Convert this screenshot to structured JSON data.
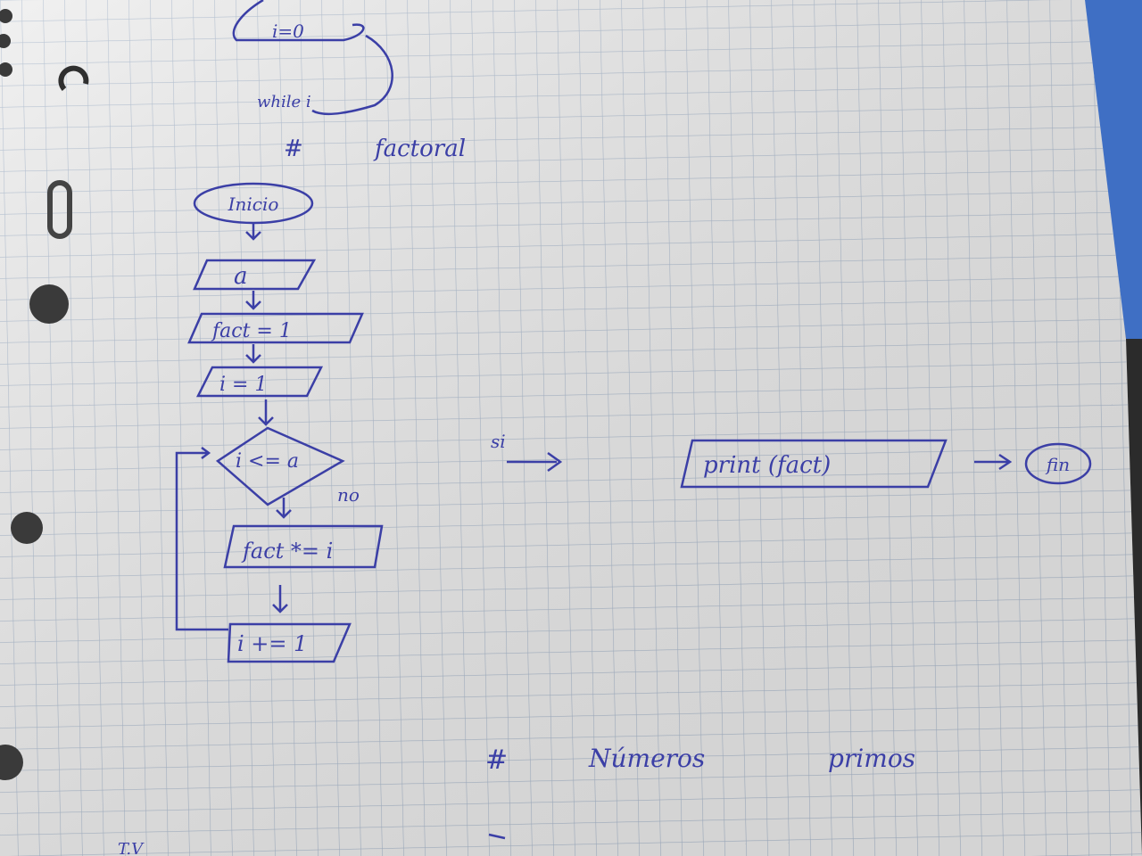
{
  "colors": {
    "paper": "#ececec",
    "grid": "#9fb1c7",
    "ink": "#3b3fa6",
    "binder": "#3f6fc4",
    "background": "#2b2b2b"
  },
  "notes": {
    "top": {
      "init": "i=0",
      "loop": "while i"
    },
    "factorial": {
      "heading_hash": "#",
      "heading_word": "factoral",
      "start": "Inicio",
      "input": "a",
      "fact_init": "fact = 1",
      "i_init": "i = 1",
      "condition": "i <= a",
      "yes_label": "si",
      "no_label": "no",
      "multiply": "fact *= i",
      "increment": "i += 1",
      "output": "print (fact)",
      "end": "fin"
    },
    "primes": {
      "heading_hash": "#",
      "heading_word1": "Números",
      "heading_word2": "primos"
    },
    "bottom_fragment": "T.V"
  }
}
